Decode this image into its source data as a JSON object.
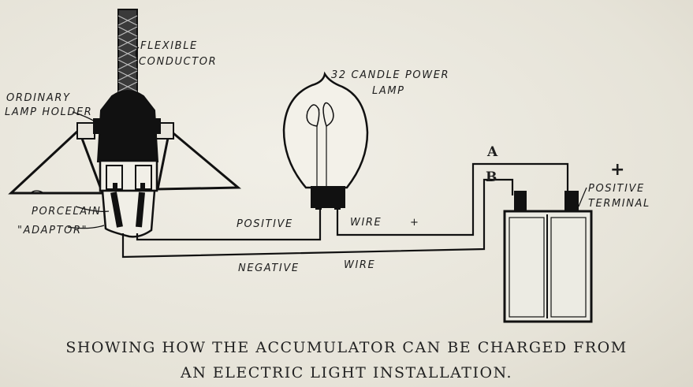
{
  "labels": {
    "flexible_1": "FLEXIBLE",
    "flexible_2": "CONDUCTOR",
    "lamp_holder_1": "ORDINARY",
    "lamp_holder_2": "LAMP HOLDER",
    "candle_1": "32 CANDLE POWER",
    "candle_2": "LAMP",
    "porcelain_1": "PORCELAIN",
    "porcelain_2": "\"ADAPTOR\"",
    "positive": "POSITIVE",
    "wire_top": "WIRE",
    "plus_small": "+",
    "negative": "NEGATIVE",
    "wire_bottom": "WIRE",
    "terminal_a": "A",
    "terminal_b": "B",
    "plus_big": "+",
    "positive_terminal_1": "POSITIVE",
    "positive_terminal_2": "TERMINAL"
  },
  "caption": {
    "line1": "SHOWING HOW THE ACCUMULATOR CAN BE CHARGED FROM",
    "line2": "AN ELECTRIC LIGHT INSTALLATION."
  }
}
